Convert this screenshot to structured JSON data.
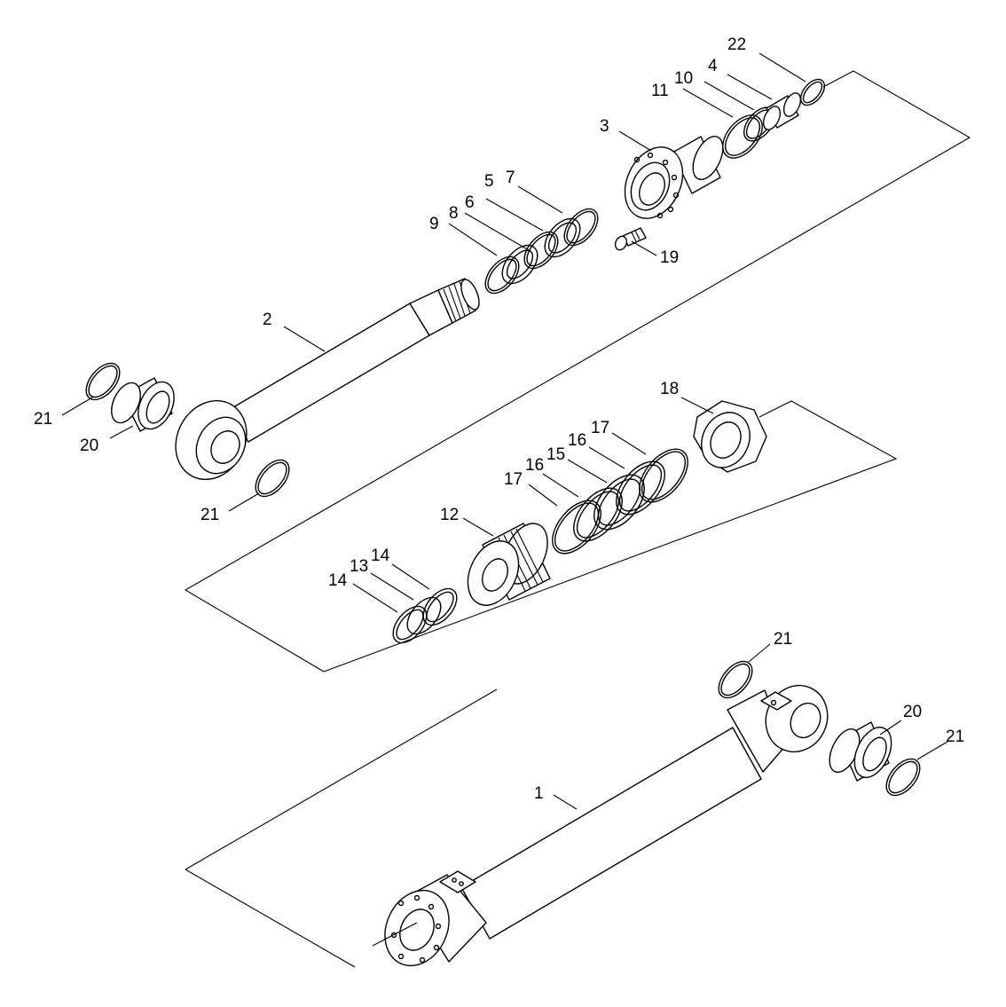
{
  "diagram": {
    "callouts": [
      {
        "id": "c1",
        "text": "1"
      },
      {
        "id": "c2",
        "text": "2"
      },
      {
        "id": "c3",
        "text": "3"
      },
      {
        "id": "c4",
        "text": "4"
      },
      {
        "id": "c5",
        "text": "5"
      },
      {
        "id": "c6",
        "text": "6"
      },
      {
        "id": "c7",
        "text": "7"
      },
      {
        "id": "c8",
        "text": "8"
      },
      {
        "id": "c9",
        "text": "9"
      },
      {
        "id": "c10",
        "text": "10"
      },
      {
        "id": "c11",
        "text": "11"
      },
      {
        "id": "c12",
        "text": "12"
      },
      {
        "id": "c13",
        "text": "13"
      },
      {
        "id": "c14a",
        "text": "14"
      },
      {
        "id": "c14b",
        "text": "14"
      },
      {
        "id": "c15",
        "text": "15"
      },
      {
        "id": "c16a",
        "text": "16"
      },
      {
        "id": "c16b",
        "text": "16"
      },
      {
        "id": "c17a",
        "text": "17"
      },
      {
        "id": "c17b",
        "text": "17"
      },
      {
        "id": "c18",
        "text": "18"
      },
      {
        "id": "c19",
        "text": "19"
      },
      {
        "id": "c20a",
        "text": "20"
      },
      {
        "id": "c20b",
        "text": "20"
      },
      {
        "id": "c21a",
        "text": "21"
      },
      {
        "id": "c21b",
        "text": "21"
      },
      {
        "id": "c21c",
        "text": "21"
      },
      {
        "id": "c21d",
        "text": "21"
      },
      {
        "id": "c22",
        "text": "22"
      }
    ]
  }
}
